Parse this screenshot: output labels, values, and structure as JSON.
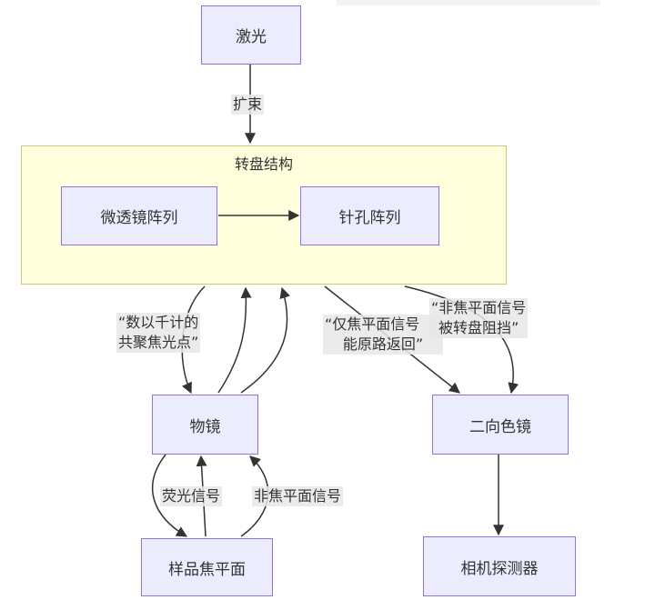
{
  "nodes": {
    "laser": "激光",
    "microlens_array": "微透镜阵列",
    "pinhole_array": "针孔阵列",
    "objective": "物镜",
    "sample_focal_plane": "样品焦平面",
    "dichroic_mirror": "二向色镜",
    "camera_detector": "相机探测器"
  },
  "cluster": {
    "label": "转盘结构"
  },
  "edge_labels": {
    "beam_expand": "扩束",
    "focal_points_line1": "“数以千计的",
    "focal_points_line2": "共聚焦光点”",
    "focal_only_line1": "“仅焦平面信号",
    "focal_only_line2": "能原路返回”",
    "nonfocal_blocked_line1": "“非焦平面信号",
    "nonfocal_blocked_line2": "被转盘阻挡”",
    "fluorescence": "荧光信号",
    "nonfocal_signal": "非焦平面信号"
  },
  "colors": {
    "node_fill": "#ececff",
    "node_border": "#9370db",
    "cluster_fill": "#ffffde",
    "cluster_border": "#c9c97a",
    "edge": "#333333"
  }
}
